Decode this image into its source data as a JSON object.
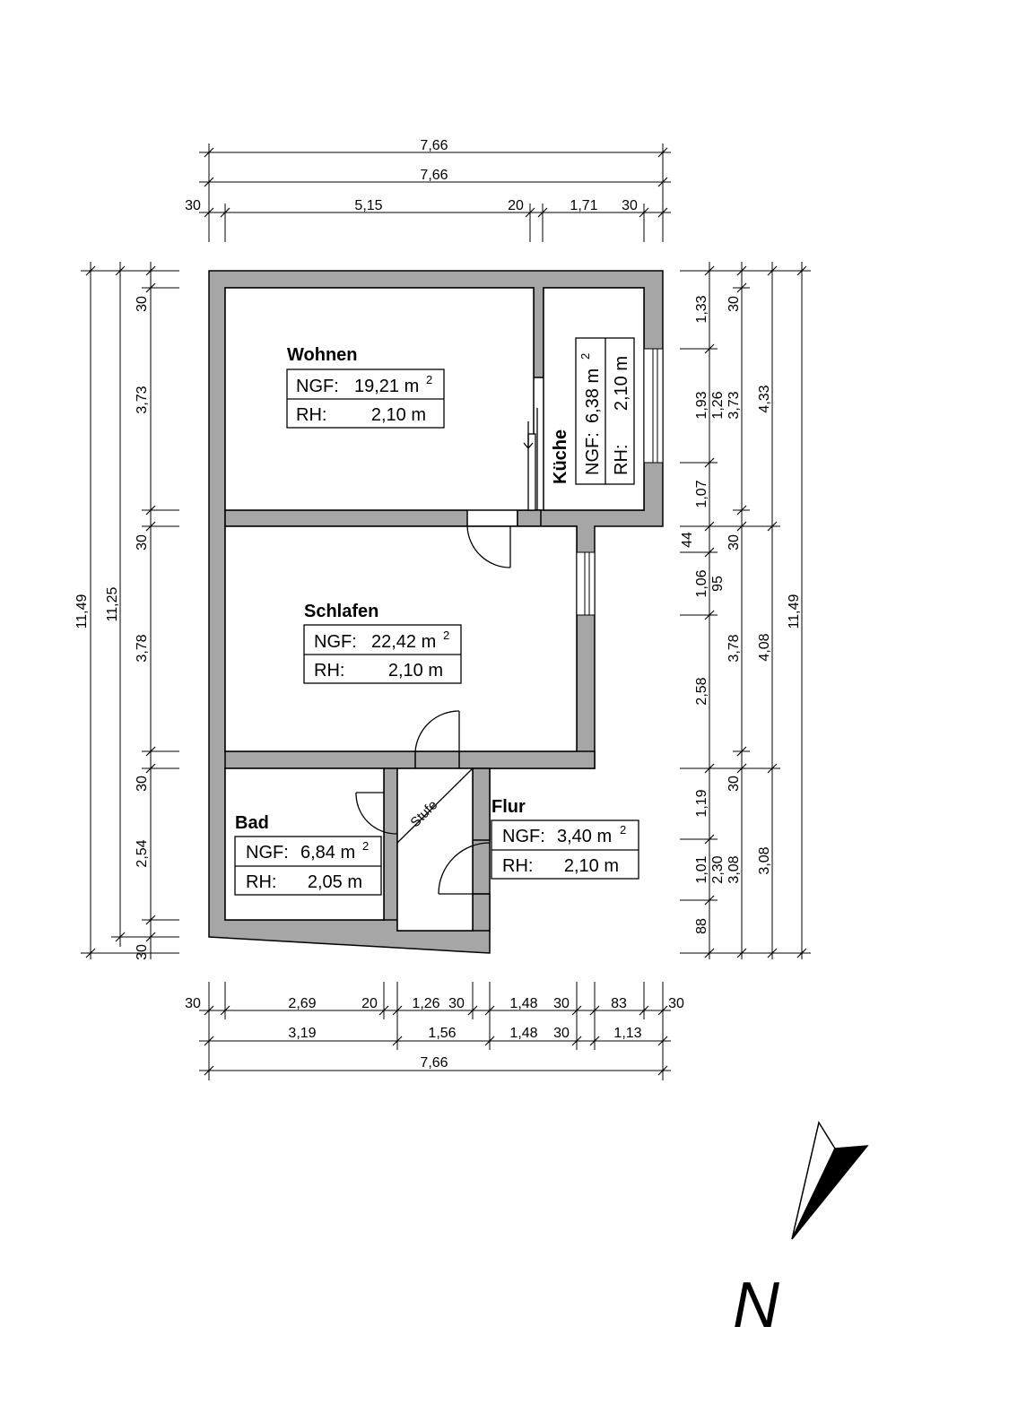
{
  "dimensions": {
    "top": {
      "overall_1": "7,66",
      "overall_2": "7,66",
      "segments": [
        "30",
        "5,15",
        "20",
        "1,71",
        "30"
      ]
    },
    "bottom": {
      "row1": [
        "30",
        "2,69",
        "20",
        "1,26",
        "30",
        "1,48",
        "30",
        "83",
        "30"
      ],
      "row2": [
        "3,19",
        "1,56",
        "1,48",
        "30",
        "1,13"
      ],
      "overall": "7,66"
    },
    "left": {
      "overall_outer": "11,49",
      "overall_inner": "11,25",
      "segments": [
        "30",
        "3,73",
        "30",
        "3,78",
        "30",
        "2,54",
        "30"
      ]
    },
    "right": {
      "col1": [
        "1,33",
        "1,93",
        "1,07",
        "44",
        "1,06",
        "2,58",
        "1,19",
        "1,01",
        "88"
      ],
      "col2": [
        "30",
        "1,26",
        "95",
        "2,30"
      ],
      "col3": [
        "3,73",
        "30",
        "3,78",
        "30",
        "3,08"
      ],
      "col4": [
        "4,33",
        "4,08",
        "3,08"
      ],
      "col5": "11,49"
    }
  },
  "rooms": {
    "wohnen": {
      "name": "Wohnen",
      "ngf_label": "NGF:",
      "ngf": "19,21 m",
      "rh_label": "RH:",
      "rh": "2,10 m"
    },
    "kueche": {
      "name": "Küche",
      "ngf_label": "NGF:",
      "ngf": "6,38 m",
      "rh_label": "RH:",
      "rh": "2,10 m"
    },
    "schlafen": {
      "name": "Schlafen",
      "ngf_label": "NGF:",
      "ngf": "22,42 m",
      "rh_label": "RH:",
      "rh": "2,10 m"
    },
    "bad": {
      "name": "Bad",
      "ngf_label": "NGF:",
      "ngf": "6,84 m",
      "rh_label": "RH:",
      "rh": "2,05 m"
    },
    "flur": {
      "name": "Flur",
      "ngf_label": "NGF:",
      "ngf": "3,40 m",
      "rh_label": "RH:",
      "rh": "2,10 m"
    }
  },
  "area_unit_exponent": "2",
  "step_label": "Stufe",
  "north_label": "N",
  "colors": {
    "wall": "#a6a6a6",
    "line": "#000000",
    "background": "#ffffff"
  }
}
